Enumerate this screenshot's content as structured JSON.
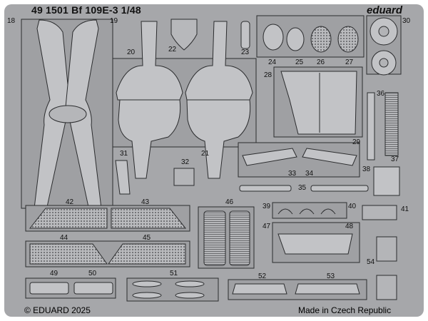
{
  "header": {
    "title": "49 1501 Bf 109E-3 1/48",
    "brand": "eduard"
  },
  "footer": {
    "copyright": "© EDUARD 2025",
    "origin": "Made in Czech Republic"
  },
  "part_numbers": [
    "18",
    "19",
    "20",
    "22",
    "23",
    "24",
    "25",
    "26",
    "27",
    "28",
    "29",
    "30",
    "31",
    "32",
    "21",
    "33",
    "34",
    "35",
    "36",
    "37",
    "38",
    "39",
    "40",
    "41",
    "42",
    "43",
    "44",
    "45",
    "46",
    "47",
    "48",
    "49",
    "50",
    "51",
    "52",
    "53",
    "54"
  ],
  "colors": {
    "fret": "#a6a7aa",
    "outline": "#2b2c2e",
    "part_fill": "#c2c3c6",
    "mesh": "#6e6f72"
  }
}
